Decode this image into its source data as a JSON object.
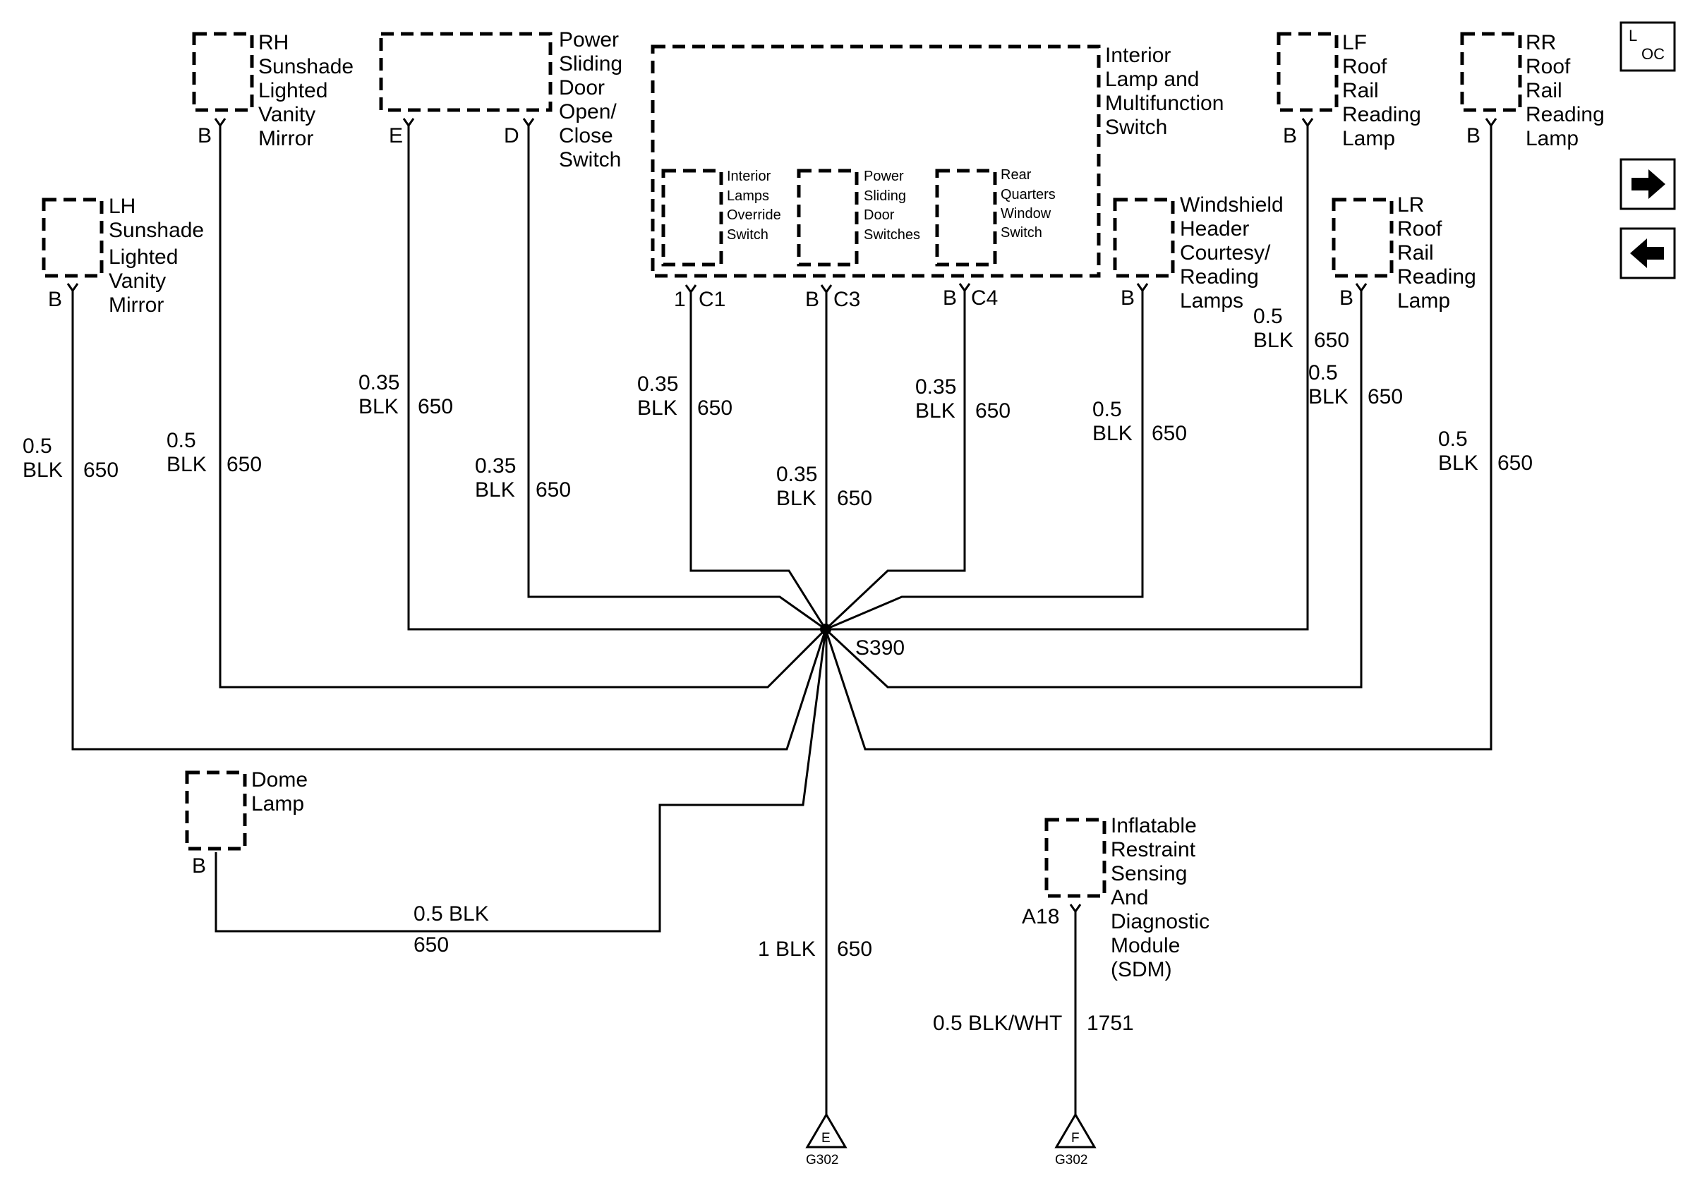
{
  "components": {
    "rh_mirror": {
      "lines": [
        "RH",
        "Sunshade",
        "Lighted",
        "Vanity",
        "Mirror"
      ],
      "pin": "B"
    },
    "lh_mirror": {
      "lines": [
        "LH",
        "Sunshade",
        "Lighted",
        "Vanity",
        "Mirror"
      ],
      "pin": "B"
    },
    "power_door": {
      "lines": [
        "Power",
        "Sliding",
        "Door",
        "Open/",
        "Close",
        "Switch"
      ],
      "pin_e": "E",
      "pin_d": "D"
    },
    "interior_switch": {
      "lines": [
        "Interior",
        "Lamp and",
        "Multifunction",
        "Switch"
      ]
    },
    "override": {
      "lines": [
        "Interior",
        "Lamps",
        "Override",
        "Switch"
      ],
      "pin": "1",
      "connector": "C1"
    },
    "door_switches": {
      "lines": [
        "Power",
        "Sliding",
        "Door",
        "Switches"
      ],
      "pin": "B",
      "connector": "C3"
    },
    "rear_quarters": {
      "lines": [
        "Rear",
        "Quarters",
        "Window",
        "Switch"
      ],
      "pin": "B",
      "connector": "C4"
    },
    "windshield": {
      "lines": [
        "Windshield",
        "Header",
        "Courtesy/",
        "Reading",
        "Lamps"
      ],
      "pin": "B"
    },
    "lf_roof": {
      "lines": [
        "LF",
        "Roof",
        "Rail",
        "Reading",
        "Lamp"
      ],
      "pin": "B"
    },
    "rr_roof": {
      "lines": [
        "RR",
        "Roof",
        "Rail",
        "Reading",
        "Lamp"
      ],
      "pin": "B"
    },
    "lr_roof": {
      "lines": [
        "LR",
        "Roof",
        "Rail",
        "Reading",
        "Lamp"
      ],
      "pin": "B"
    },
    "dome": {
      "lines": [
        "Dome",
        "Lamp"
      ],
      "pin": "B"
    },
    "sdm": {
      "lines": [
        "Inflatable",
        "Restraint",
        "Sensing",
        "And",
        "Diagnostic",
        "Module",
        "(SDM)"
      ],
      "pin": "A18"
    }
  },
  "wires": {
    "lh_mirror": {
      "gauge": "0.5",
      "color": "BLK",
      "circuit": "650"
    },
    "rh_mirror": {
      "gauge": "0.5",
      "color": "BLK",
      "circuit": "650"
    },
    "door_e": {
      "gauge": "0.35",
      "color": "BLK",
      "circuit": "650"
    },
    "door_d": {
      "gauge": "0.35",
      "color": "BLK",
      "circuit": "650"
    },
    "override": {
      "gauge": "0.35",
      "color": "BLK",
      "circuit": "650"
    },
    "door_switches": {
      "gauge": "0.35",
      "color": "BLK",
      "circuit": "650"
    },
    "rear_quarters": {
      "gauge": "0.35",
      "color": "BLK",
      "circuit": "650"
    },
    "windshield": {
      "gauge": "0.5",
      "color": "BLK",
      "circuit": "650"
    },
    "lf_roof": {
      "gauge": "0.5",
      "color": "BLK",
      "circuit": "650"
    },
    "lr_roof": {
      "gauge": "0.5",
      "color": "BLK",
      "circuit": "650"
    },
    "rr_roof": {
      "gauge": "0.5",
      "color": "BLK",
      "circuit": "650"
    },
    "dome": {
      "label": "0.5 BLK",
      "circuit": "650"
    },
    "ground_e": {
      "label": "1 BLK",
      "circuit": "650"
    },
    "ground_f": {
      "label": "0.5 BLK/WHT",
      "circuit": "1751"
    }
  },
  "splice": {
    "label": "S390"
  },
  "grounds": {
    "e": {
      "letter": "E",
      "label": "G302"
    },
    "f": {
      "letter": "F",
      "label": "G302"
    }
  },
  "nav": {
    "loc_l": "L",
    "loc_oc": "OC",
    "next_icon": "arrow-right-icon",
    "prev_icon": "arrow-left-icon"
  }
}
